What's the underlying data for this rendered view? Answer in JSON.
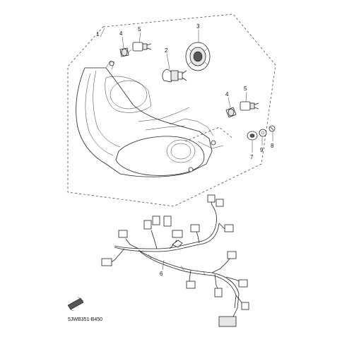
{
  "diagram_code": "5JWB351-B450",
  "callouts": [
    {
      "id": "1",
      "label": "1"
    },
    {
      "id": "2",
      "label": "2"
    },
    {
      "id": "3",
      "label": "3"
    },
    {
      "id": "4a",
      "label": "4"
    },
    {
      "id": "5a",
      "label": "5"
    },
    {
      "id": "4b",
      "label": "4"
    },
    {
      "id": "5b",
      "label": "5"
    },
    {
      "id": "6",
      "label": "6"
    },
    {
      "id": "7",
      "label": "7"
    },
    {
      "id": "8",
      "label": "8"
    },
    {
      "id": "9",
      "label": "9"
    }
  ]
}
